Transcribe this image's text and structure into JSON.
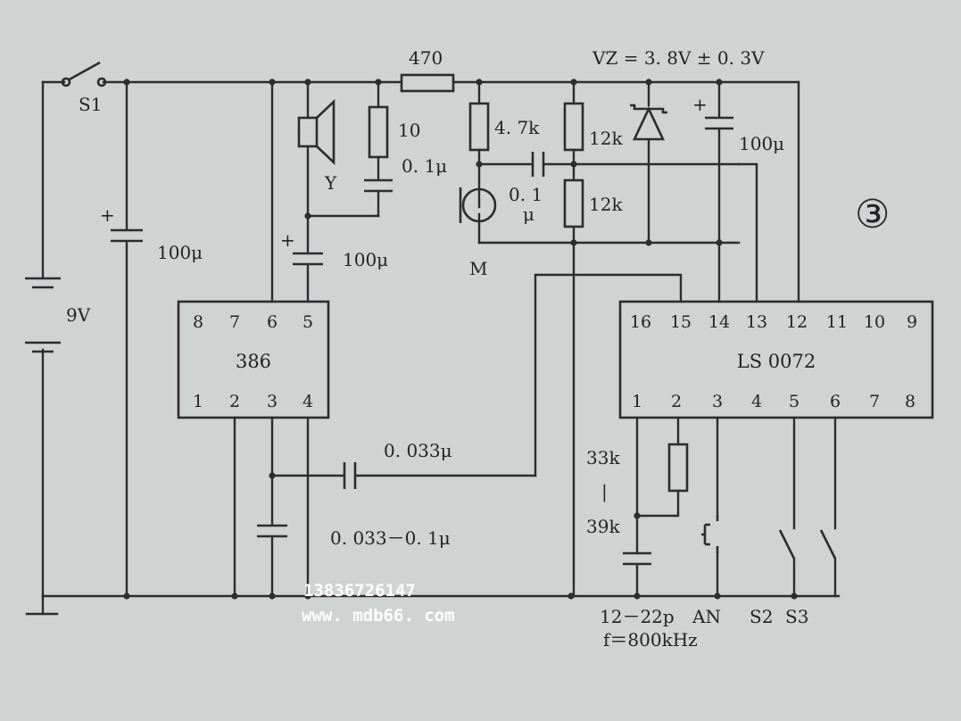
{
  "labels": {
    "switch_s1": "S1",
    "battery": "9V",
    "cap_100u_left": "100μ",
    "speaker": "Y",
    "r_10": "10",
    "c_01u_a": "0. 1μ",
    "r_470": "470",
    "vz": "VZ = 3. 8V ± 0. 3V",
    "r_47k": "4. 7k",
    "c_01u_b_top": "0. 1",
    "c_01u_b_bottom": "μ",
    "r_12k_top": "12k",
    "r_12k_bottom": "12k",
    "c_100u_right": "100μ",
    "c_100u_mid": "100μ",
    "mic": "M",
    "figure_number": "③",
    "c_0033u": "0. 033μ",
    "c_0033_01u": "0. 033－0. 1μ",
    "r_33k": "33k",
    "r_sep": "|",
    "r_39k": "39k",
    "c_12_22p": "12－22p",
    "freq": "f＝800kHz",
    "an": "AN",
    "s2": "S2",
    "s3": "S3"
  },
  "ic_386": {
    "name": "386",
    "top_pins": [
      "8",
      "7",
      "6",
      "5"
    ],
    "bottom_pins": [
      "1",
      "2",
      "3",
      "4"
    ]
  },
  "ic_ls0072": {
    "name": "LS  0072",
    "top_pins": [
      "16",
      "15",
      "14",
      "13",
      "12",
      "11",
      "10",
      "9"
    ],
    "bottom_pins": [
      "1",
      "2",
      "3",
      "4",
      "5",
      "6",
      "7",
      "8"
    ]
  },
  "watermark": {
    "phone": "13836726147",
    "site": "www. mdb66. com"
  }
}
